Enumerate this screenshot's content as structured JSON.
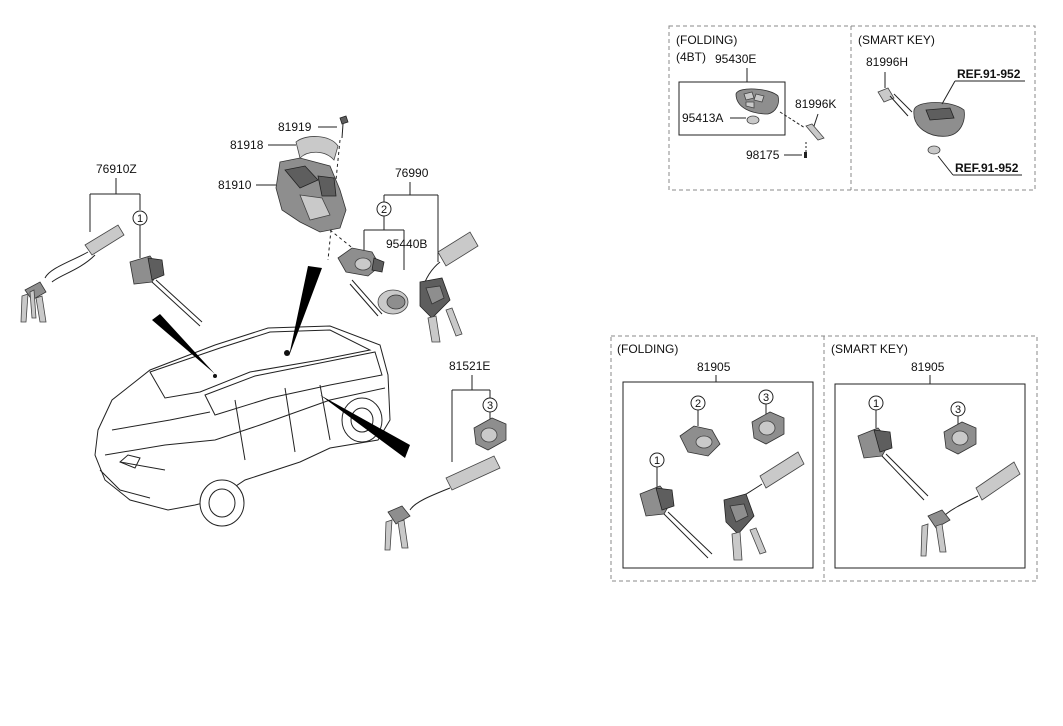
{
  "labels": {
    "p76910z": "76910Z",
    "p81919": "81919",
    "p81918": "81918",
    "p81910": "81910",
    "p76990": "76990",
    "p95440b": "95440B",
    "p81521e": "81521E",
    "folding_top": "(FOLDING)",
    "bt4": "(4BT)",
    "p95430e": "95430E",
    "p95413a": "95413A",
    "p81996k": "81996K",
    "p98175": "98175",
    "smart_top": "(SMART KEY)",
    "p81996h": "81996H",
    "ref1": "REF.91-952",
    "ref2": "REF.91-952",
    "folding_bottom": "(FOLDING)",
    "p81905_a": "81905",
    "smart_bottom": "(SMART KEY)",
    "p81905_b": "81905"
  },
  "callouts": {
    "c1": "1",
    "c2": "2",
    "c3": "3",
    "c4": "2",
    "c5": "3",
    "c6": "1",
    "c7": "1",
    "c8": "3"
  }
}
